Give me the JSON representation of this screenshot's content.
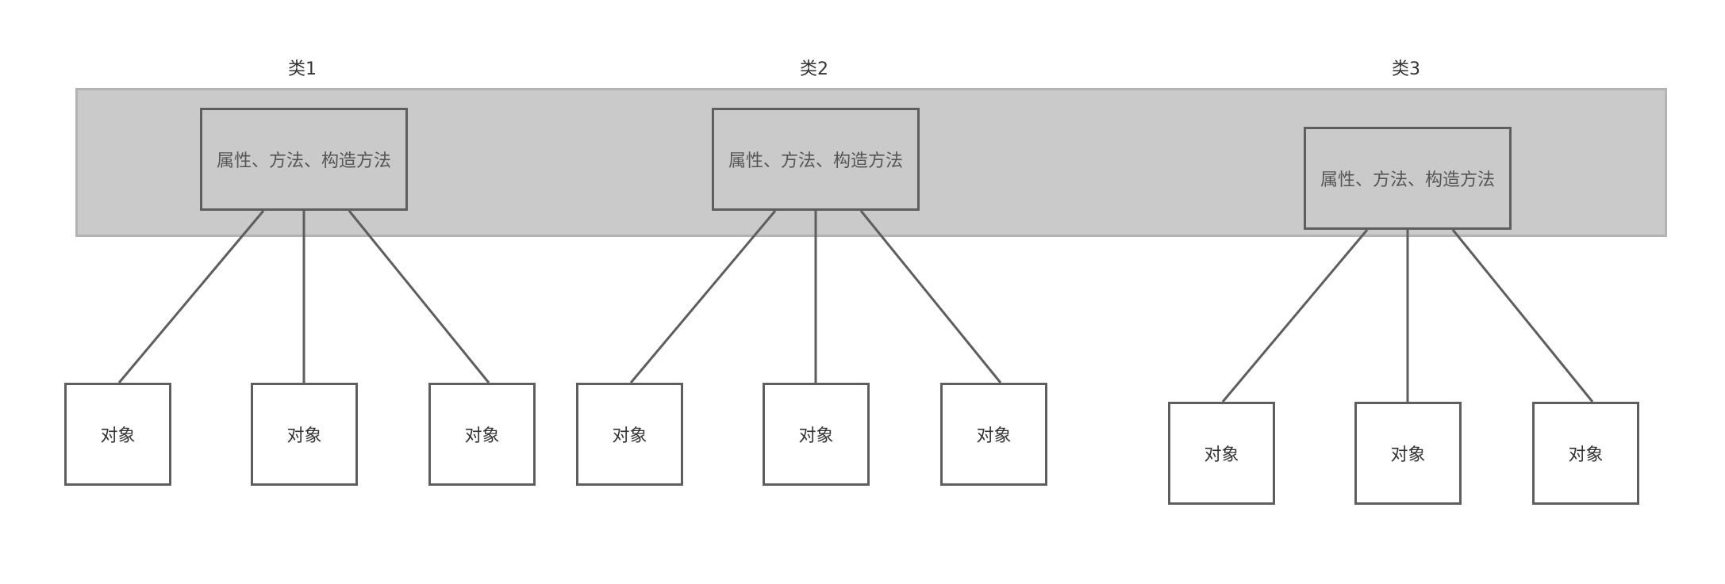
{
  "colors": {
    "band_fill": "#cacaca",
    "band_border": "#b3b3b3",
    "box_border": "#5e5e5e"
  },
  "classes": [
    {
      "title": "类1",
      "attributes_label": "属性、方法、构造方法",
      "objects": [
        "对象",
        "对象",
        "对象"
      ]
    },
    {
      "title": "类2",
      "attributes_label": "属性、方法、构造方法",
      "objects": [
        "对象",
        "对象",
        "对象"
      ]
    },
    {
      "title": "类3",
      "attributes_label": "属性、方法、构造方法",
      "objects": [
        "对象",
        "对象",
        "对象"
      ]
    }
  ]
}
